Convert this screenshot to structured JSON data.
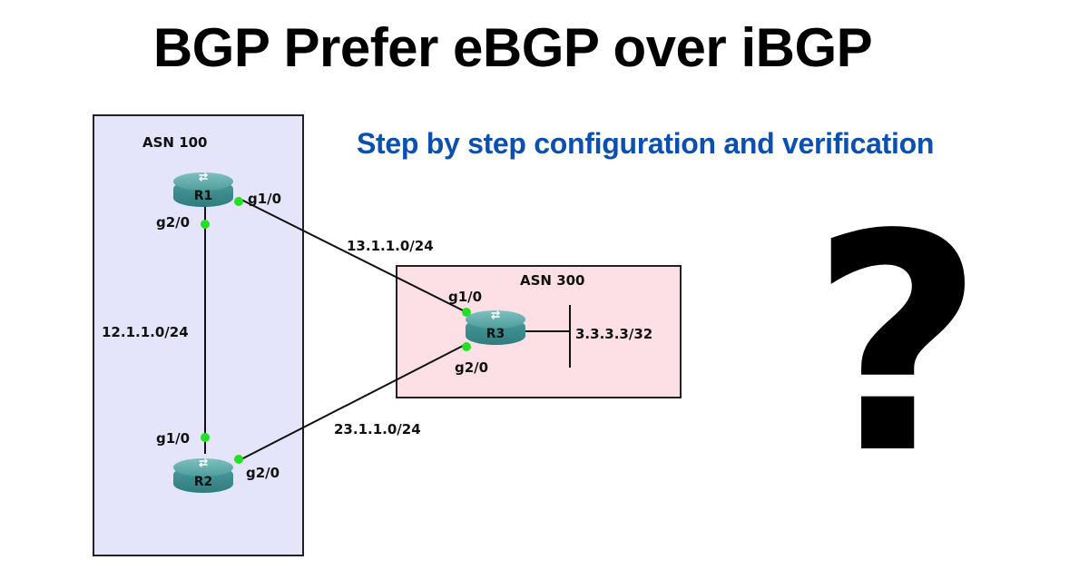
{
  "title": "BGP Prefer eBGP over iBGP",
  "subtitle": "Step by step configuration and verification",
  "colors": {
    "title": "#000000",
    "subtitle": "#0b4fb0",
    "asn100_fill": "#e4e4fb",
    "asn300_fill": "#fde0e6",
    "link_dot": "#22e022",
    "router": "#3f8f90"
  },
  "asns": [
    {
      "label": "ASN 100"
    },
    {
      "label": "ASN 300"
    }
  ],
  "routers": [
    {
      "name": "R1"
    },
    {
      "name": "R2"
    },
    {
      "name": "R3"
    }
  ],
  "interfaces": {
    "r1_g10": "g1/0",
    "r1_g20": "g2/0",
    "r2_g10": "g1/0",
    "r2_g20": "g2/0",
    "r3_g10": "g1/0",
    "r3_g20": "g2/0"
  },
  "networks": {
    "r1_r3": "13.1.1.0/24",
    "r1_r2": "12.1.1.0/24",
    "r2_r3": "23.1.1.0/24",
    "r3_loopback": "3.3.3.3/32"
  },
  "icons": {
    "question": "?",
    "router_arrows": "⇄"
  }
}
